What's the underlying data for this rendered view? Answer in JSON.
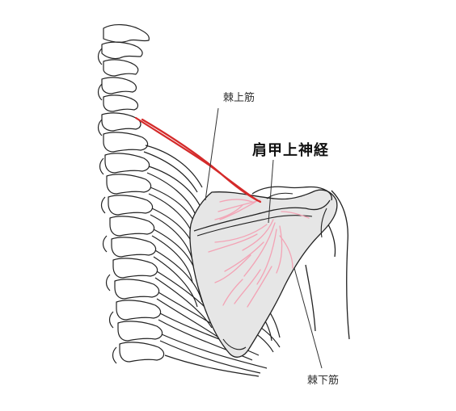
{
  "labels": {
    "supraspinatus": "棘上筋",
    "suprascapular_nerve": "肩甲上神経",
    "infraspinatus": "棘下筋"
  },
  "colors": {
    "nerve": "#d42a2a",
    "nerve_branches": "#f3a3b5",
    "scapula_fill": "#e6e6e6",
    "line": "#222222"
  }
}
